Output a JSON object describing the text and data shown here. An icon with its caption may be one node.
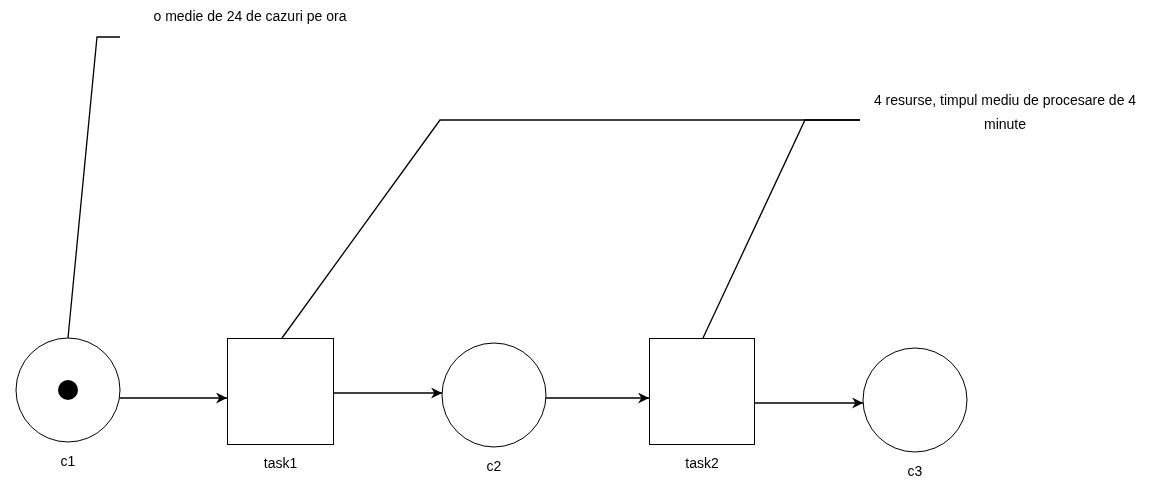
{
  "diagram": {
    "nodes": [
      {
        "text": [
          "c1"
        ]
      },
      {
        "text": [
          "task1"
        ]
      },
      {
        "text": [
          "c2"
        ]
      },
      {
        "text": [
          "task2"
        ]
      },
      {
        "text": [
          "c3"
        ]
      },
      {
        "text": [
          "o medie de 24 de cazuri pe ora"
        ]
      },
      {
        "text": [
          "4 resurse, timpul mediu de procesare de 4 minute"
        ]
      }
    ],
    "edges": [
      {
        "from": 0,
        "to": 1,
        "arrow": "to"
      },
      {
        "from": 1,
        "to": 2,
        "arrow": "to"
      },
      {
        "from": 2,
        "to": 3,
        "arrow": "to"
      },
      {
        "from": 3,
        "to": 4,
        "arrow": "to"
      },
      {
        "from": 5,
        "to": 0,
        "arrow": "none"
      },
      {
        "from": 6,
        "to": 1,
        "arrow": "none"
      },
      {
        "from": 6,
        "to": 3,
        "arrow": "none"
      }
    ]
  }
}
